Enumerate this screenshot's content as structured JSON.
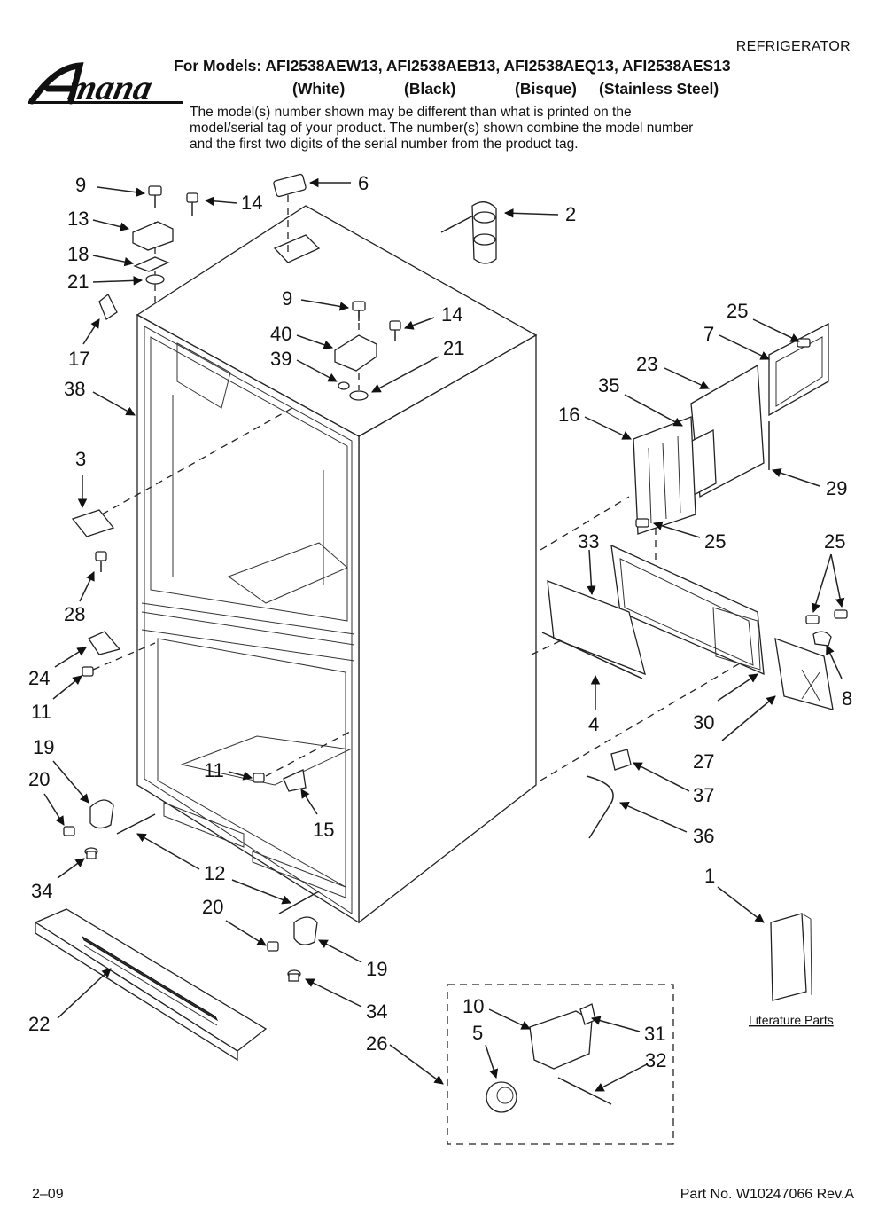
{
  "header": {
    "category": "REFRIGERATOR",
    "brand": "Amana",
    "models_line": "For Models: AFI2538AEW13, AFI2538AEB13, AFI2538AEQ13, AFI2538AES13",
    "colors": [
      "(White)",
      "(Black)",
      "(Bisque)",
      "(Stainless Steel)"
    ],
    "notice": "The model(s) number shown may be different than what is printed on the model/serial tag of your product. The number(s) shown combine the model number and the first two digits of the serial number from the product tag."
  },
  "callouts": {
    "c9a": "9",
    "c14a": "14",
    "c6": "6",
    "c2": "2",
    "c13": "13",
    "c18": "18",
    "c21a": "21",
    "c17": "17",
    "c9b": "9",
    "c14b": "14",
    "c40": "40",
    "c39": "39",
    "c21b": "21",
    "c38": "38",
    "c25a": "25",
    "c7": "7",
    "c23": "23",
    "c35": "35",
    "c16": "16",
    "c29": "29",
    "c3": "3",
    "c25b": "25",
    "c33": "33",
    "c25c": "25",
    "c28": "28",
    "c24": "24",
    "c11a": "11",
    "c4": "4",
    "c30": "30",
    "c8": "8",
    "c27": "27",
    "c19a": "19",
    "c20a": "20",
    "c11b": "11",
    "c15": "15",
    "c37": "37",
    "c36": "36",
    "c34a": "34",
    "c12": "12",
    "c1": "1",
    "c20b": "20",
    "c19b": "19",
    "c34b": "34",
    "c22": "22",
    "c10": "10",
    "c31": "31",
    "c5": "5",
    "c26": "26",
    "c32": "32"
  },
  "literature_label": "Literature Parts",
  "footer": {
    "date": "2–09",
    "part_number": "Part No. W10247066 Rev.A"
  }
}
